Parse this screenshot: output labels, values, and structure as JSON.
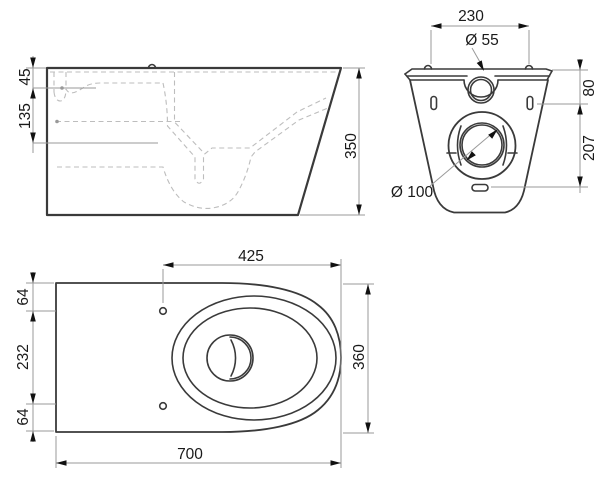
{
  "drawing": {
    "side_view": {
      "dim_45": "45",
      "dim_135": "135",
      "dim_350": "350"
    },
    "rear_view": {
      "dim_230": "230",
      "dim_diameter_55": "Ø 55",
      "dim_80": "80",
      "dim_207": "207",
      "dim_diameter_100": "Ø 100"
    },
    "plan_view": {
      "dim_425": "425",
      "dim_64_top": "64",
      "dim_232": "232",
      "dim_64_bottom": "64",
      "dim_360": "360",
      "dim_700": "700"
    }
  },
  "colors": {
    "outline": "#3a3a3a",
    "dimension_line": "#9a9a9a",
    "hidden_dashed_line": "#bdbdbd",
    "arrow": "#111111",
    "text": "#1a1a1a",
    "background": "#ffffff"
  }
}
